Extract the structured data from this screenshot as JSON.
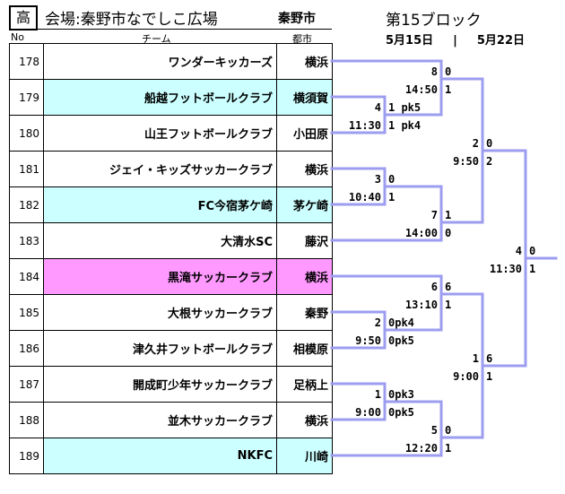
{
  "header": {
    "level": "高",
    "venue": "会場:秦野市なでしこ広場",
    "city": "秦野市",
    "block": "第15ブロック",
    "date1": "5月15日",
    "separator": "|",
    "date2": "5月22日"
  },
  "columns": {
    "no": "No",
    "team": "チーム",
    "city": "都市"
  },
  "colors": {
    "line": "#9d9df0",
    "cyan": "#ccffff",
    "pink": "#ff99ff"
  },
  "teams": [
    {
      "no": "178",
      "name": "ワンダーキッカーズ",
      "city": "横浜",
      "hl": ""
    },
    {
      "no": "179",
      "name": "船越フットボールクラブ",
      "city": "横須賀",
      "hl": "cyan"
    },
    {
      "no": "180",
      "name": "山王フットボールクラブ",
      "city": "小田原",
      "hl": ""
    },
    {
      "no": "181",
      "name": "ジェイ・キッズサッカークラブ",
      "city": "横浜",
      "hl": ""
    },
    {
      "no": "182",
      "name": "FC今宿茅ケ崎",
      "city": "茅ケ崎",
      "hl": "cyan"
    },
    {
      "no": "183",
      "name": "大清水SC",
      "city": "藤沢",
      "hl": ""
    },
    {
      "no": "184",
      "name": "黒滝サッカークラブ",
      "city": "横浜",
      "hl": "pink"
    },
    {
      "no": "185",
      "name": "大根サッカークラブ",
      "city": "秦野",
      "hl": ""
    },
    {
      "no": "186",
      "name": "津久井フットボールクラブ",
      "city": "相模原",
      "hl": ""
    },
    {
      "no": "187",
      "name": "開成町少年サッカークラブ",
      "city": "足柄上",
      "hl": ""
    },
    {
      "no": "188",
      "name": "並木サッカークラブ",
      "city": "横浜",
      "hl": ""
    },
    {
      "no": "189",
      "name": "NKFC",
      "city": "川崎",
      "hl": "cyan"
    }
  ],
  "matches": [
    {
      "num": "4",
      "time": "11:30",
      "s1": "1 pk5",
      "s2": "1 pk4"
    },
    {
      "num": "8",
      "time": "14:50",
      "s1": "0",
      "s2": "1"
    },
    {
      "num": "3",
      "time": "10:40",
      "s1": "0",
      "s2": "1"
    },
    {
      "num": "7",
      "time": "14:00",
      "s1": "1",
      "s2": "0"
    },
    {
      "num": "2",
      "time": "9:50",
      "s1": "0",
      "s2": "2"
    },
    {
      "num": "4",
      "time": "11:30",
      "s1": "0",
      "s2": "1"
    },
    {
      "num": "2",
      "time": "9:50",
      "s1": "0pk4",
      "s2": "0pk5"
    },
    {
      "num": "6",
      "time": "13:10",
      "s1": "6",
      "s2": "1"
    },
    {
      "num": "1",
      "time": "9:00",
      "s1": "0pk3",
      "s2": "0pk5"
    },
    {
      "num": "5",
      "time": "12:20",
      "s1": "0",
      "s2": "1"
    },
    {
      "num": "1",
      "time": "9:00",
      "s1": "6",
      "s2": "1"
    }
  ]
}
